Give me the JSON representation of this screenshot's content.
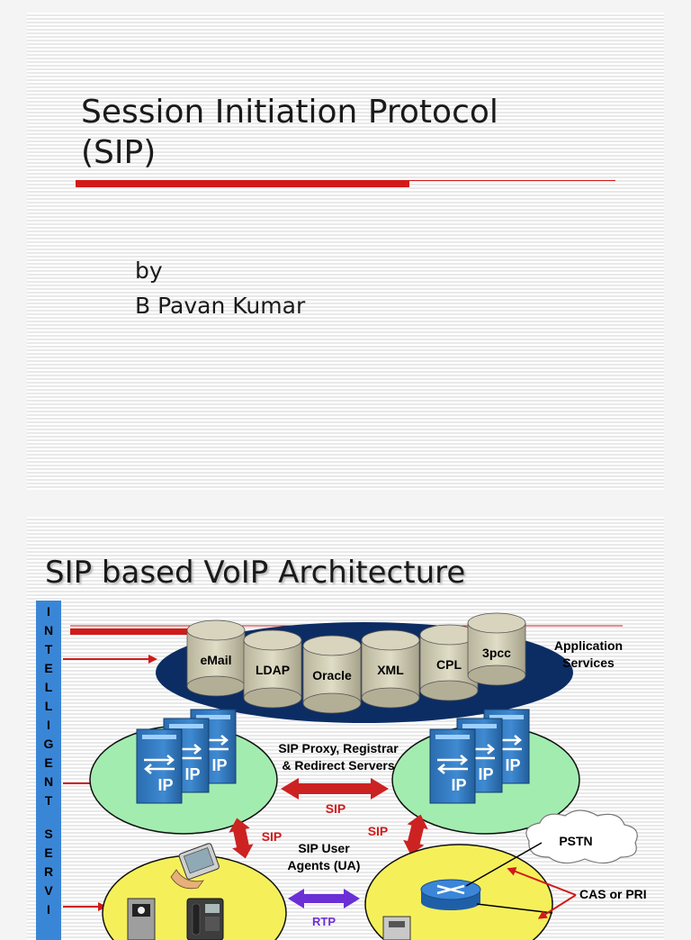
{
  "slide1": {
    "title_line1": "Session Initiation Protocol",
    "title_line2": "(SIP)",
    "by": "by",
    "author": "B Pavan Kumar"
  },
  "slide2": {
    "title": "SIP based VoIP Architecture",
    "sidebar_text": "INTELLIGENT SERVI",
    "app_services": [
      "Application",
      "Services"
    ],
    "databases": [
      "eMail",
      "LDAP",
      "Oracle",
      "XML",
      "CPL",
      "3pcc"
    ],
    "server_label": [
      "SIP Proxy, Registrar",
      "& Redirect Servers"
    ],
    "sip_label": "SIP",
    "ua_label": [
      "SIP User",
      "Agents (UA)"
    ],
    "pstn": "PSTN",
    "cas_pri": "CAS or PRI",
    "rtp": "RTP",
    "server_badge": "IP"
  }
}
